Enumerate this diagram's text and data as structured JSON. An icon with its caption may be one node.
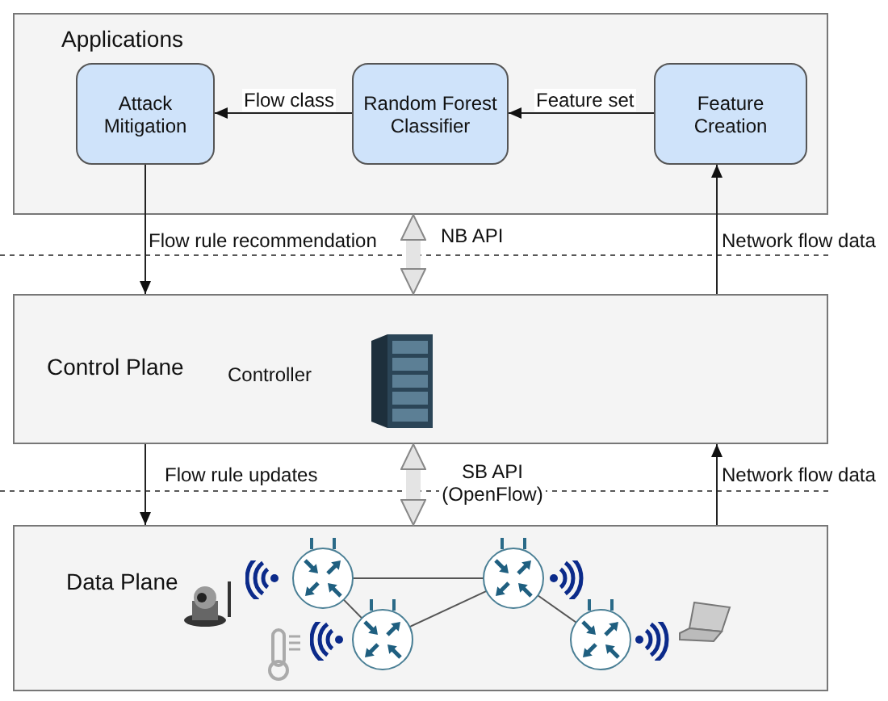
{
  "diagram": {
    "nodes": [
      {
        "text": [
          "Applications"
        ]
      },
      {
        "text": [
          "Attack Mitigation"
        ],
        "in": 0
      },
      {
        "text": [
          "Random Forest Classifier"
        ],
        "in": 0
      },
      {
        "text": [
          "Feature Creation"
        ],
        "in": 0
      },
      {
        "text": [
          "Control Plane"
        ]
      },
      {
        "text": [
          "Data Plane"
        ]
      },
      {
        "text": [],
        "shape": "circle",
        "in": 5
      },
      {
        "text": [],
        "shape": "circle",
        "in": 5
      },
      {
        "text": [],
        "shape": "circle",
        "in": 5
      },
      {
        "text": [],
        "shape": "circle",
        "in": 5
      }
    ],
    "edges": [
      {
        "from": 3,
        "to": 2,
        "arrow": "to",
        "label": "Feature set"
      },
      {
        "from": 2,
        "to": 1,
        "arrow": "to",
        "label": "Flow class"
      },
      {
        "from": 1,
        "to": 4,
        "arrow": "to",
        "label": "Flow rule recommendation"
      },
      {
        "from": 4,
        "to": 3,
        "arrow": "to",
        "label": "Network flow data"
      },
      {
        "from": 0,
        "to": 4,
        "arrow": "both",
        "label": "NB API",
        "style": "thick",
        "color": "#e4e4e4"
      },
      {
        "from": 4,
        "to": 5,
        "arrow": "to",
        "label": "Flow rule updates"
      },
      {
        "from": 5,
        "to": 4,
        "arrow": "to",
        "label": "Network flow data"
      },
      {
        "from": 4,
        "to": 5,
        "arrow": "both",
        "label": "SB API (OpenFlow)",
        "style": "thick",
        "color": "#e4e4e4"
      },
      {
        "from": 6,
        "to": 8,
        "arrow": "none"
      },
      {
        "from": 6,
        "to": 7,
        "arrow": "none"
      },
      {
        "from": 7,
        "to": 8,
        "arrow": "none"
      },
      {
        "from": 8,
        "to": 9,
        "arrow": "none"
      }
    ],
    "labels": [
      "Controller"
    ]
  }
}
